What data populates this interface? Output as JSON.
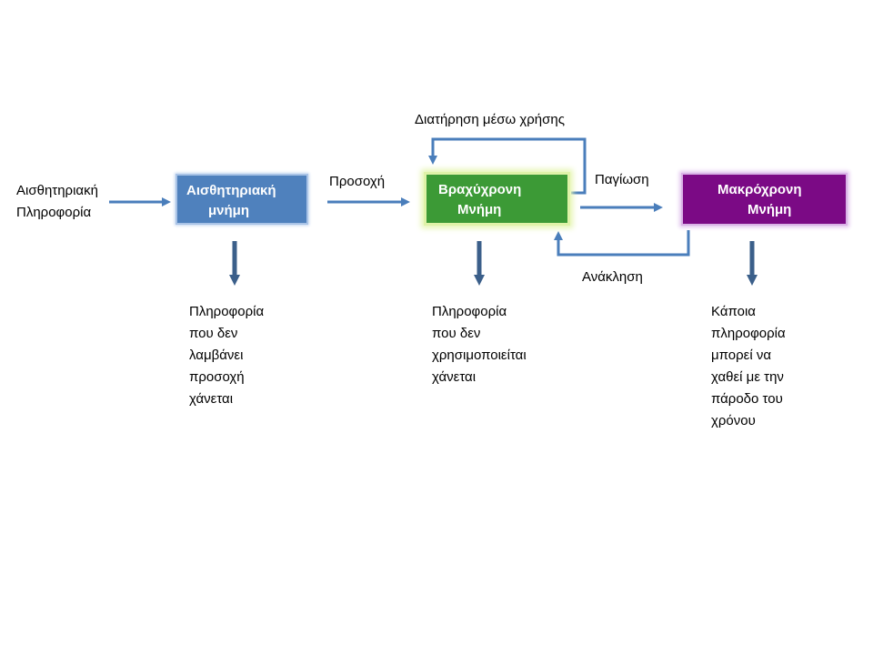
{
  "colors": {
    "arrow": "#4a7ebb",
    "down_arrow": "#3b5f8a",
    "sensory_box": "#4f81bd",
    "stm_box": "#3c9a36",
    "ltm_box": "#7b0a85"
  },
  "input": {
    "lines": [
      "Αισθητηριακή",
      "Πληροφορία"
    ]
  },
  "stages": {
    "sensory": {
      "lines": [
        "Αισθητηριακή",
        "μνήμη"
      ]
    },
    "short_term": {
      "lines": [
        "Βραχύχρονη",
        "Μνήμη"
      ]
    },
    "long_term": {
      "lines": [
        "Μακρόχρονη",
        "Μνήμη"
      ]
    }
  },
  "edges": {
    "attention": "Προσοχή",
    "rehearsal": "Διατήρηση μέσω χρήσης",
    "consolidation": "Παγίωση",
    "retrieval": "Ανάκληση"
  },
  "losses": {
    "sensory": [
      "Πληροφορία",
      "που δεν",
      "λαμβάνει",
      "προσοχή",
      "χάνεται"
    ],
    "short_term": [
      "Πληροφορία",
      "που δεν",
      "χρησιμοποιείται",
      "χάνεται"
    ],
    "long_term": [
      "Κάποια",
      "πληροφορία",
      "μπορεί να",
      "χαθεί με την",
      "πάροδο του",
      "χρόνου"
    ]
  }
}
